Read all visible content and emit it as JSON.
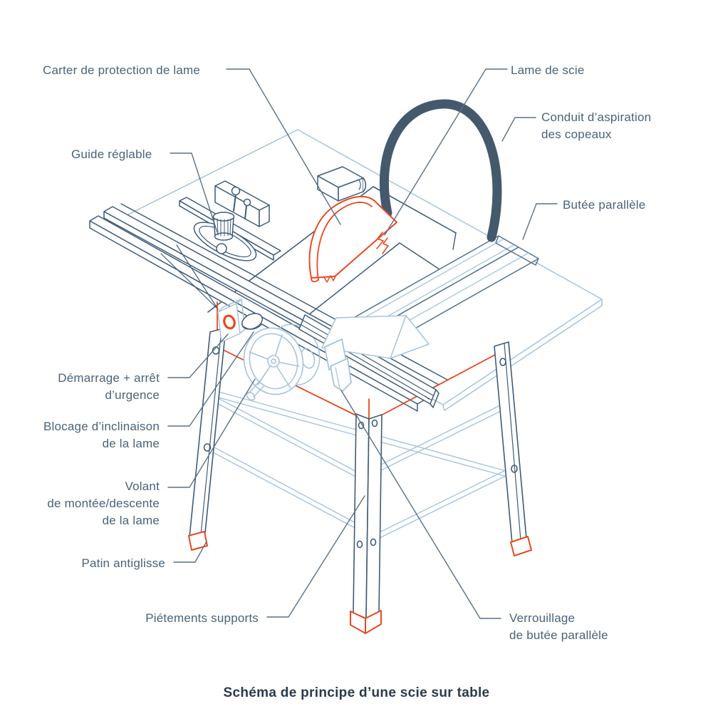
{
  "title": "Schéma de principe d’une scie sur table",
  "colors": {
    "line_dark": "#3e5c78",
    "line_light": "#a6c4de",
    "line_mid": "#54748f",
    "accent_orange": "#e8491f",
    "hose": "#45596d",
    "label_text": "#4a6379",
    "title_text": "#2b3b4e",
    "leader": "#5a7186"
  },
  "labels": {
    "carter": {
      "lines": [
        "Carter de protection de lame"
      ]
    },
    "lame": {
      "lines": [
        "Lame de scie"
      ]
    },
    "conduit": {
      "lines": [
        "Conduit d’aspiration",
        "des copeaux"
      ]
    },
    "butee": {
      "lines": [
        "Butée parallèle"
      ]
    },
    "guide": {
      "lines": [
        "Guide réglable"
      ]
    },
    "demarrage": {
      "lines": [
        "Démarrage + arrêt",
        "d’urgence"
      ]
    },
    "blocage": {
      "lines": [
        "Blocage d’inclinaison",
        "de la lame"
      ]
    },
    "volant": {
      "lines": [
        "Volant",
        "de montée/descente",
        "de la lame"
      ]
    },
    "patin": {
      "lines": [
        "Patin antiglisse"
      ]
    },
    "pietements": {
      "lines": [
        "Piétements supports"
      ]
    },
    "verrouillage": {
      "lines": [
        "Verrouillage",
        "de butée parallèle"
      ]
    }
  }
}
